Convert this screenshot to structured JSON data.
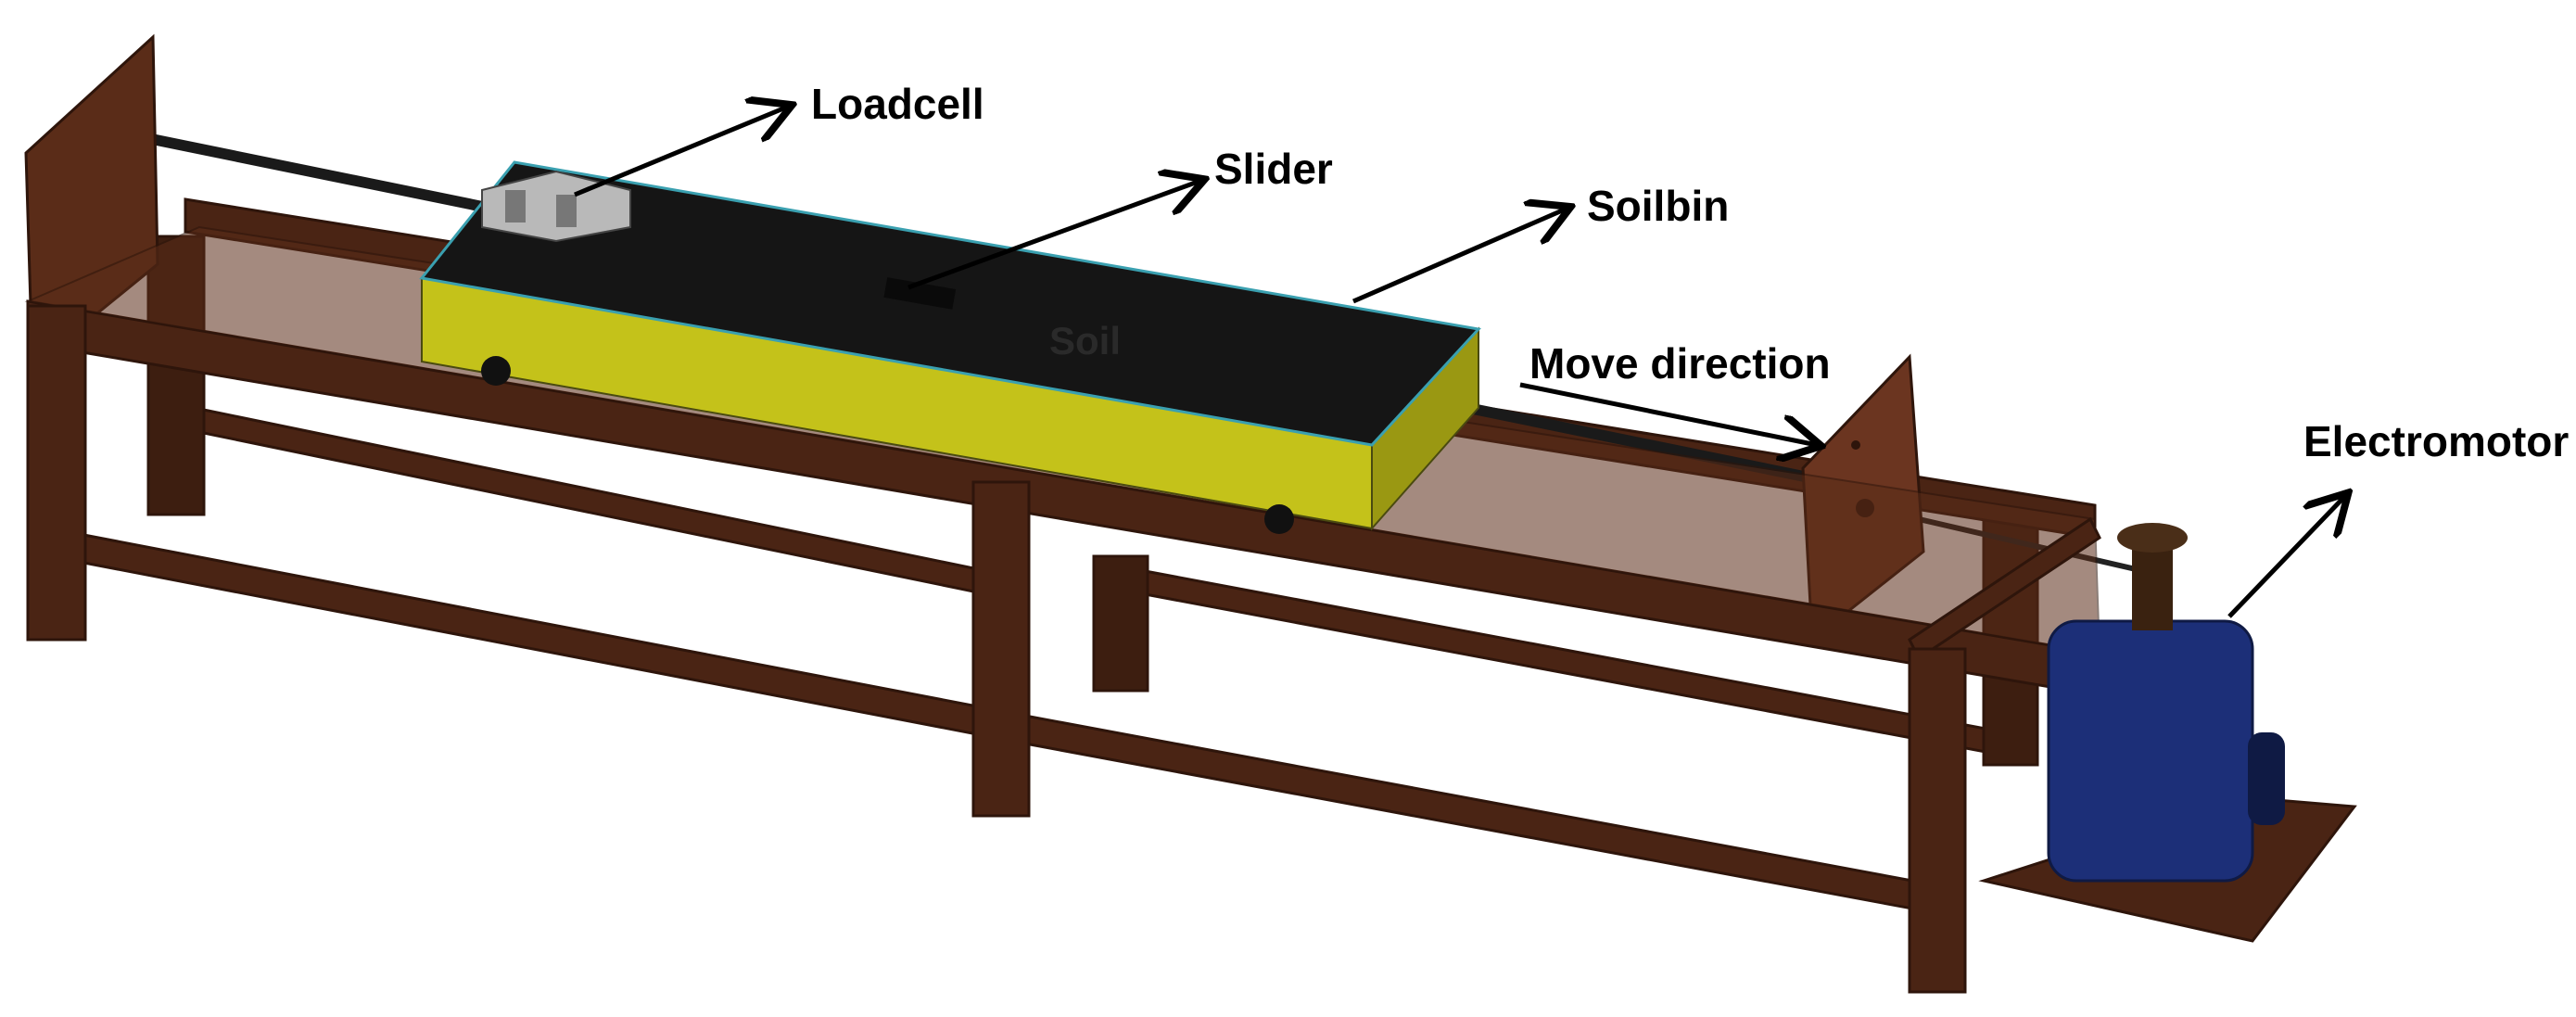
{
  "labels": {
    "loadcell": "Loadcell",
    "slider": "Slider",
    "soilbin": "Soilbin",
    "soil": "Soil",
    "move_direction": "Move direction",
    "electromotor": "Electromotor"
  },
  "colors": {
    "wood": "#4a2414",
    "wood_dark": "#2e150b",
    "wood_light": "#6b3520",
    "soil_top": "#151515",
    "bin_side": "#c4c21a",
    "bin_side_dark": "#9a9812",
    "motor": "#1c2f78",
    "metal": "#b9b9b9"
  }
}
